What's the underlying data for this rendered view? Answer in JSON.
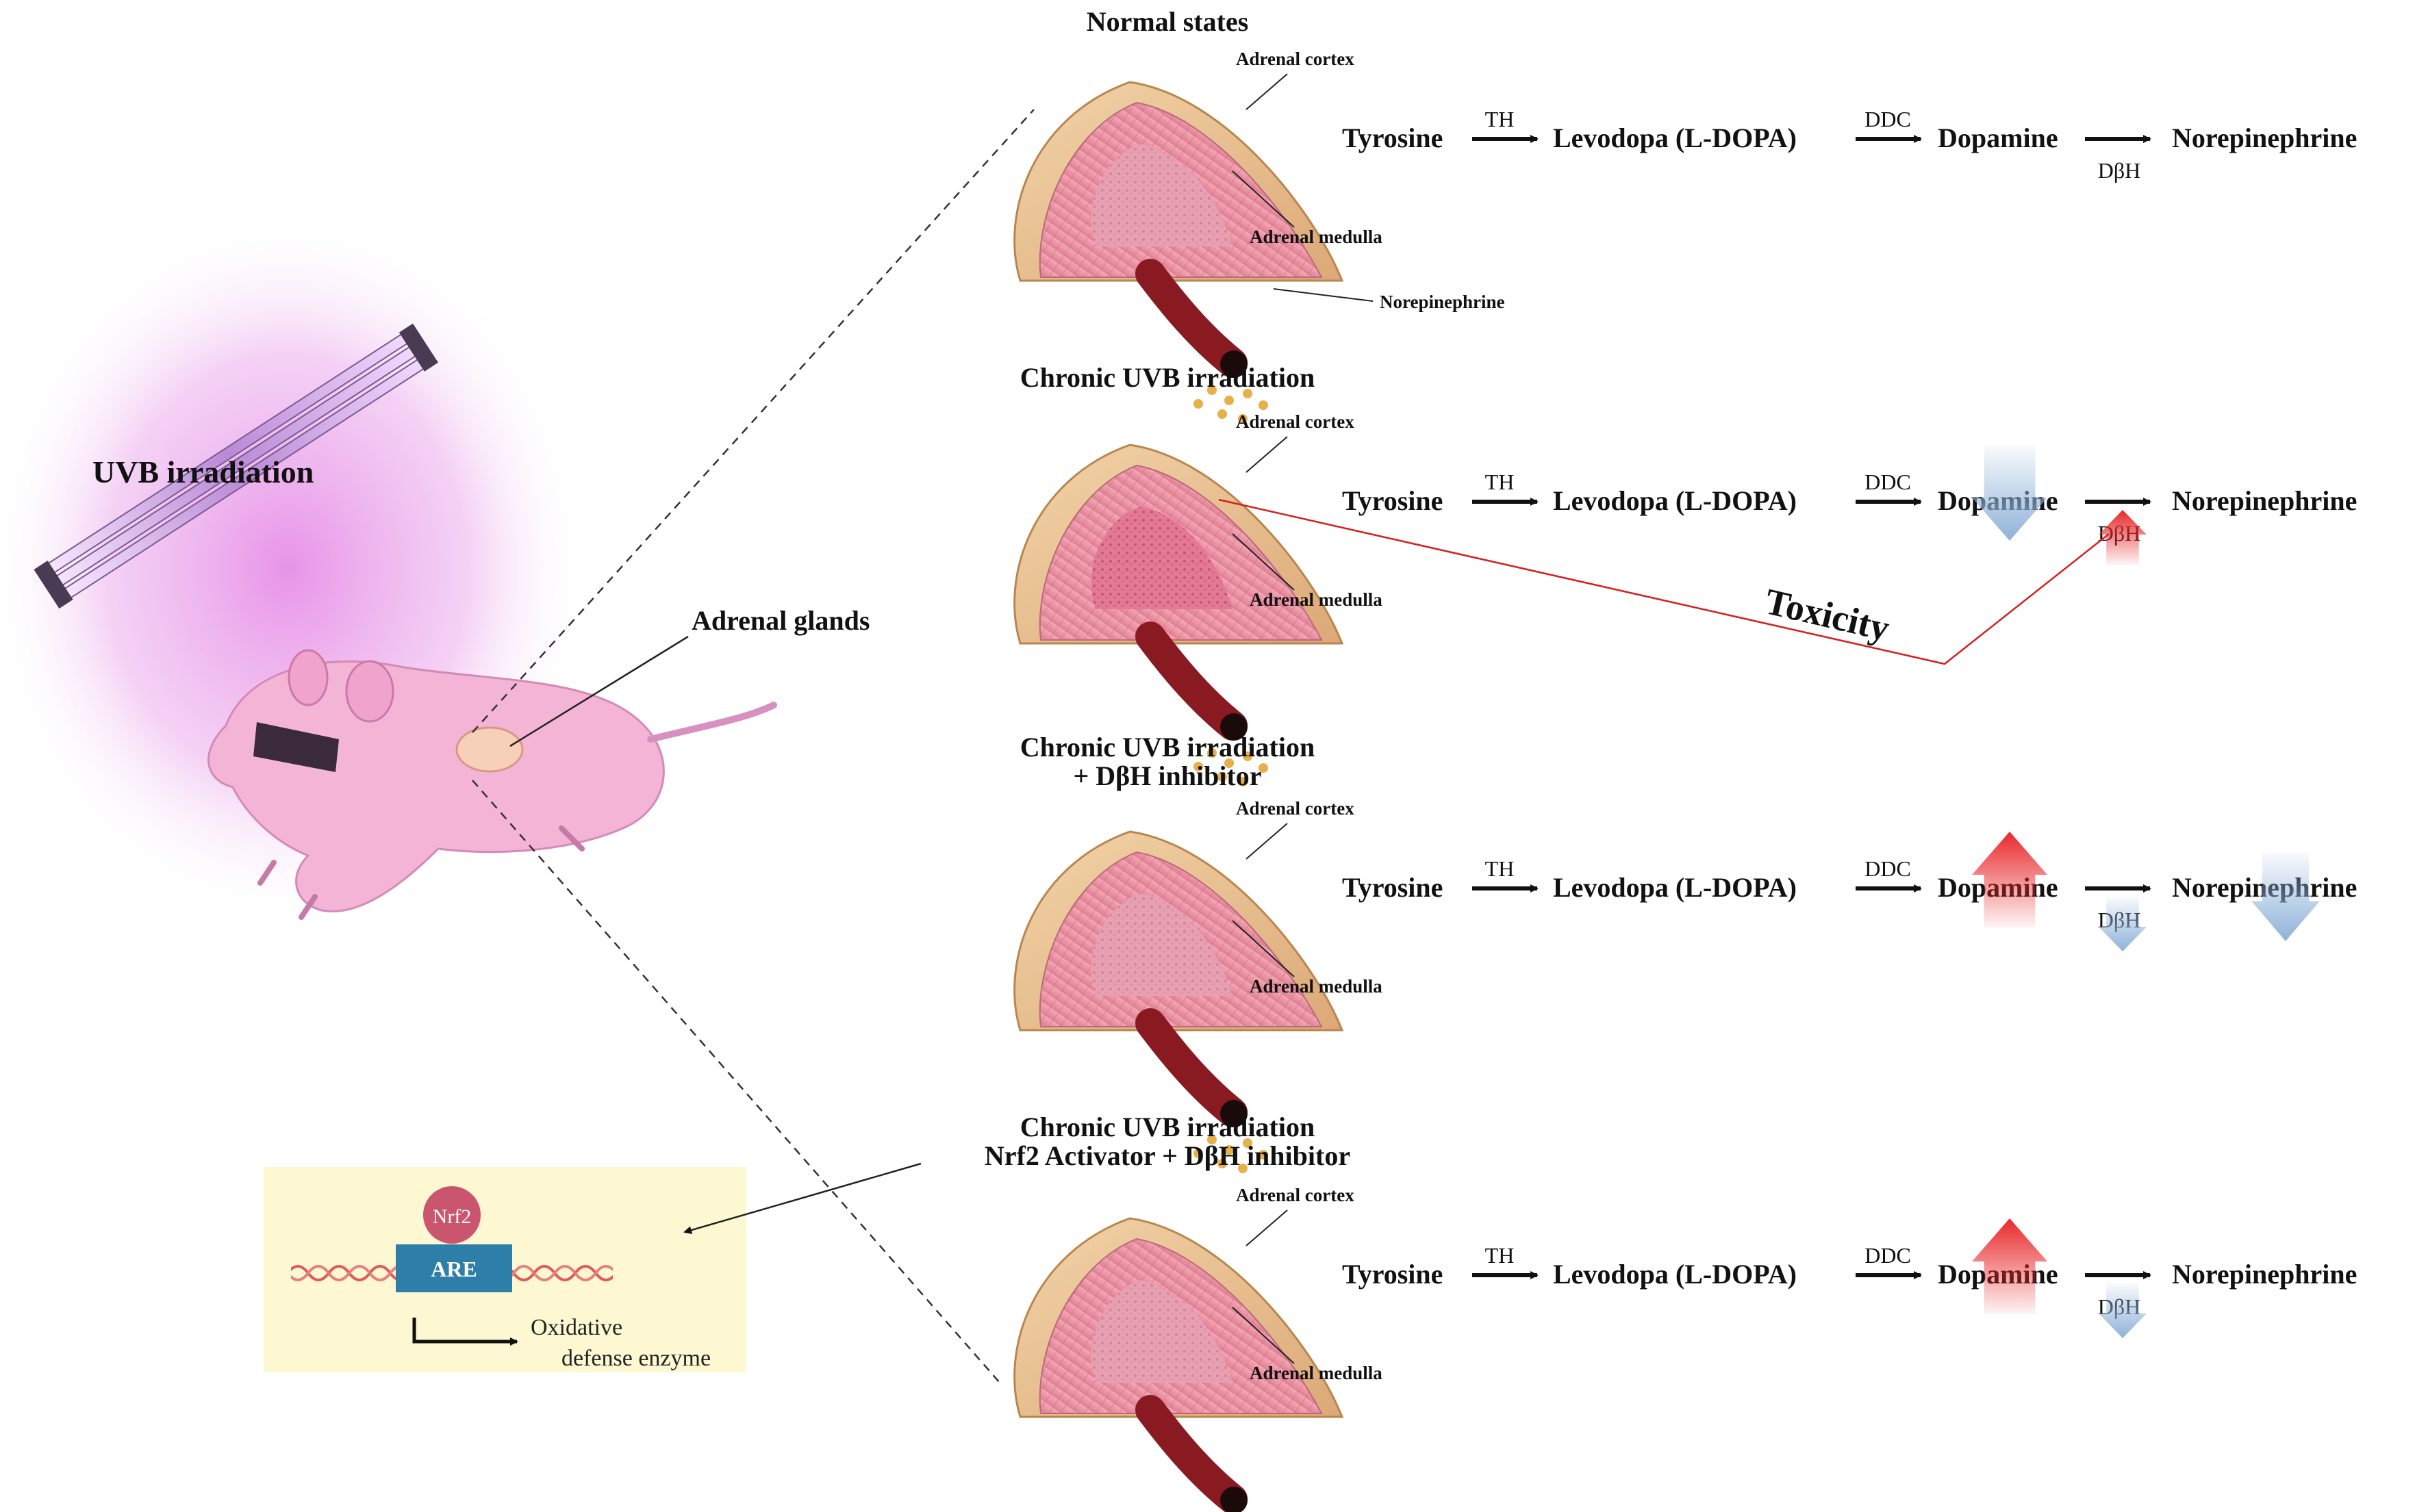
{
  "left": {
    "uvb_label": "UVB irradiation",
    "adrenal_label": "Adrenal glands",
    "nrf2_box": {
      "nrf2": "Nrf2",
      "are": "ARE",
      "output_line1": "Oxidative",
      "output_line2": "defense enzyme"
    }
  },
  "gland_labels": {
    "cortex": "Adrenal cortex",
    "medulla": "Adrenal medulla",
    "norepinephrine": "Norepinephrine"
  },
  "pathway": {
    "tyrosine": "Tyrosine",
    "th": "TH",
    "ldopa": "Levodopa (L-DOPA)",
    "ddc": "DDC",
    "dopamine": "Dopamine",
    "dbh": "DβH",
    "norepinephrine": "Norepinephrine"
  },
  "panels": [
    {
      "title1": "Normal states",
      "title2": ""
    },
    {
      "title1": "Chronic UVB  irradiation",
      "title2": ""
    },
    {
      "title1": "Chronic UVB  irradiation",
      "title2": "+ DβH inhibitor"
    },
    {
      "title1": "Chronic UVB  irradiation",
      "title2": "Nrf2 Activator + DβH inhibitor"
    }
  ],
  "toxicity_label": "Toxicity",
  "colors": {
    "up_arrow": "#e8282a",
    "down_arrow": "#8fb2d8",
    "toxicity_line": "#d42020",
    "nrf2_box_bg": "#fdf8d2",
    "are_box": "#2d7ea8",
    "nrf2_circle": "#c9556e",
    "uv_glow": "#e070e0"
  }
}
